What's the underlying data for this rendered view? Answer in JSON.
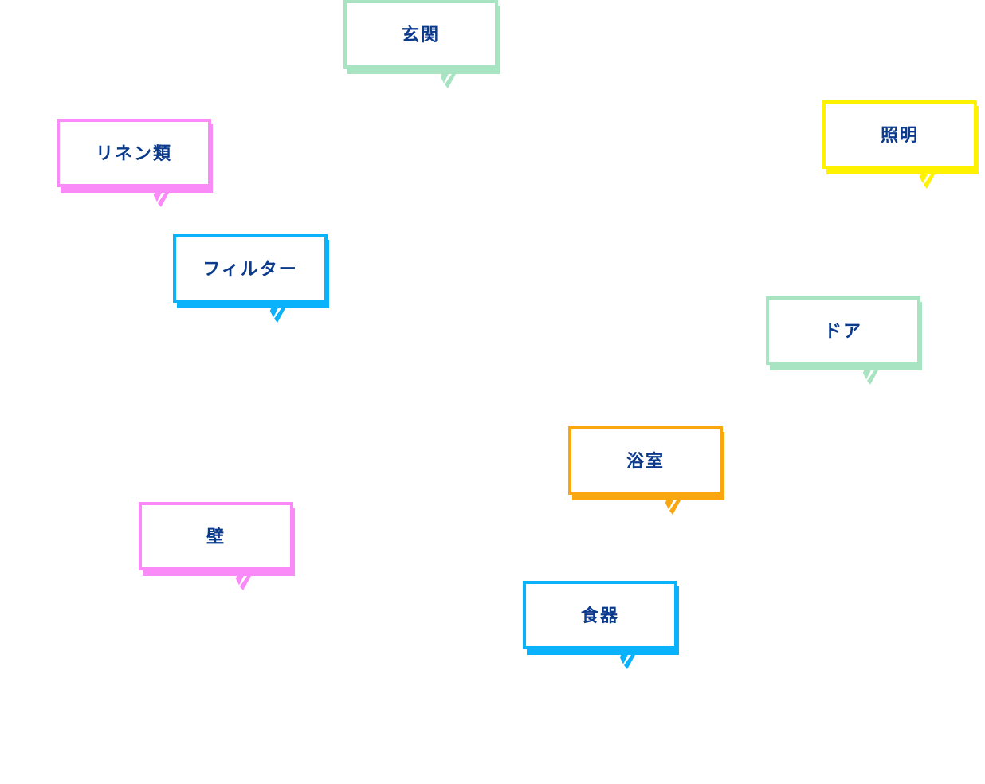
{
  "bubbles": [
    {
      "id": "genkan",
      "label": "玄関",
      "color": "#a9e4c2"
    },
    {
      "id": "shomei",
      "label": "照明",
      "color": "#fff200"
    },
    {
      "id": "linen",
      "label": "リネン類",
      "color": "#fb8af9"
    },
    {
      "id": "filter",
      "label": "フィルター",
      "color": "#0ab2fb"
    },
    {
      "id": "door",
      "label": "ドア",
      "color": "#a9e4c2"
    },
    {
      "id": "yokushitsu",
      "label": "浴室",
      "color": "#f9a60f"
    },
    {
      "id": "kabe",
      "label": "壁",
      "color": "#fb8af9"
    },
    {
      "id": "shokki",
      "label": "食器",
      "color": "#0ab2fb"
    }
  ],
  "text_color": "#0b3a8c"
}
